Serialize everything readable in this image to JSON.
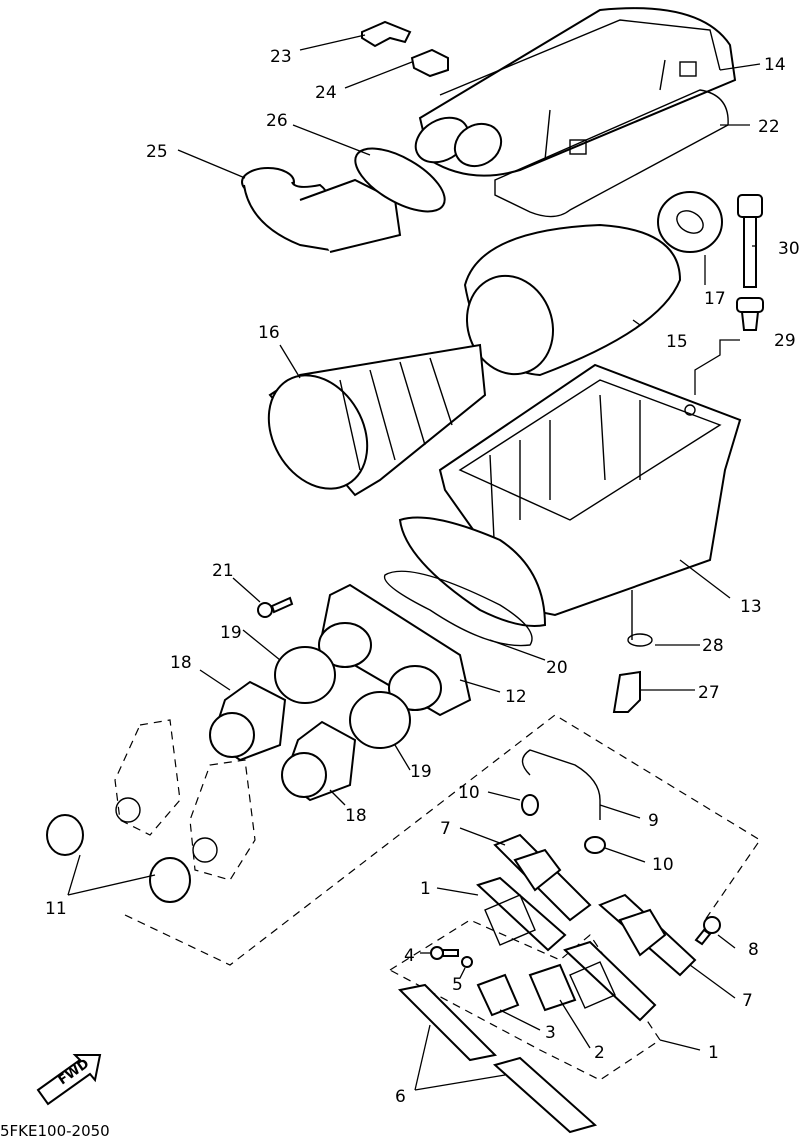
{
  "diagram": {
    "code": "5FKE100-2050",
    "fwd_label": "FWD",
    "callouts": {
      "p1a": "1",
      "p1b": "1",
      "p2": "2",
      "p3": "3",
      "p4": "4",
      "p5": "5",
      "p6": "6",
      "p7a": "7",
      "p7b": "7",
      "p8": "8",
      "p9": "9",
      "p10a": "10",
      "p10b": "10",
      "p11": "11",
      "p12": "12",
      "p13": "13",
      "p14": "14",
      "p15": "15",
      "p16": "16",
      "p17": "17",
      "p18a": "18",
      "p18b": "18",
      "p19a": "19",
      "p19b": "19",
      "p20": "20",
      "p21": "21",
      "p22": "22",
      "p23": "23",
      "p24": "24",
      "p25": "25",
      "p26": "26",
      "p27": "27",
      "p28": "28",
      "p29": "29",
      "p30": "30"
    }
  }
}
